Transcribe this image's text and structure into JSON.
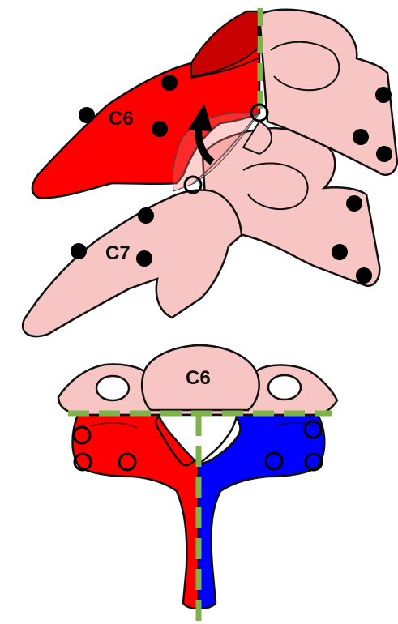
{
  "labels": {
    "upper_vertebra": "C6",
    "lower_vertebra": "C7",
    "axial_vertebra": "C6"
  },
  "colors": {
    "left_half": "#ff0000",
    "right_half": "#0000ff",
    "bone_pink": "#f7c6c4",
    "dark_red": "#c80000",
    "reference_line": "#7db34a",
    "outline": "#111111"
  },
  "icons": {
    "rotation_arrow": "curved-arrow-icon",
    "open_marker": "ring-marker-icon",
    "solid_marker": "dot-marker-icon"
  }
}
